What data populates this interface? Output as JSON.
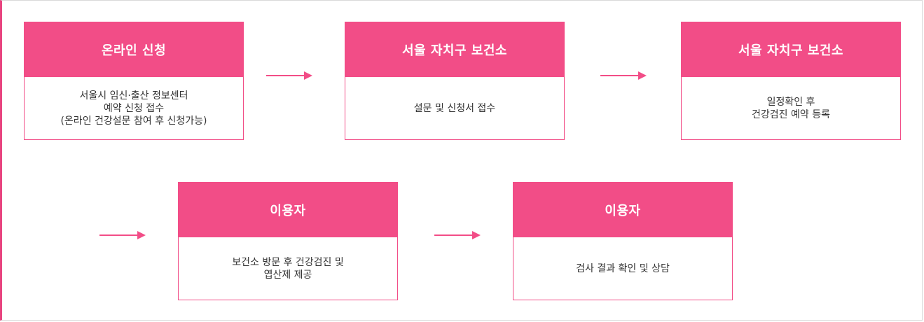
{
  "steps": [
    {
      "title": "온라인 신청",
      "body": [
        "서울시 임신·출산 정보센터",
        "예약 신청 접수",
        "(온라인 건강설문 참여 후 신청가능)"
      ]
    },
    {
      "title": "서울 자치구 보건소",
      "body": [
        "설문 및 신청서 접수"
      ]
    },
    {
      "title": "서울 자치구 보건소",
      "body": [
        "일정확인 후",
        "건강검진 예약 등록"
      ]
    },
    {
      "title": "이용자",
      "body": [
        "보건소 방문 후 건강검진 및",
        "엽산제 제공"
      ]
    },
    {
      "title": "이용자",
      "body": [
        "검사 결과 확인 및 상담"
      ]
    }
  ],
  "colors": {
    "accent": "#f24d87",
    "frame_left": "#e8447f",
    "text": "#333333",
    "border": "#d9d9d9"
  }
}
